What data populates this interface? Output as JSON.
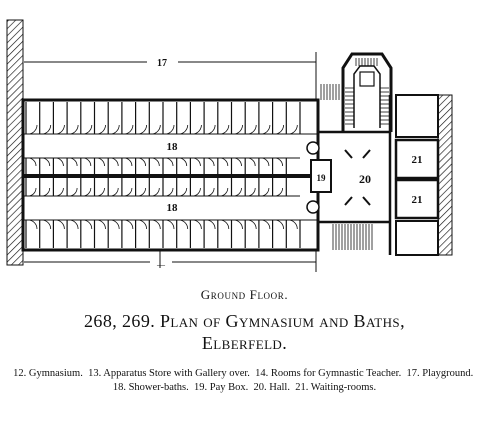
{
  "plan": {
    "dimension_label_top": "17",
    "dimension_label_bottom": "—",
    "shower_label_upper": "18",
    "shower_label_lower": "18",
    "pay_box_label": "19",
    "hall_label": "20",
    "waiting_room_upper": "21",
    "waiting_room_lower": "21"
  },
  "caption": {
    "floor": "Ground Floor.",
    "figure_line1": "268, 269. Plan of Gymnasium and Baths,",
    "figure_line2": "Elberfeld."
  },
  "legend": [
    "12. Gymnasium.",
    "13. Apparatus Store with Gallery over.",
    "14. Rooms for Gymnastic Teacher.",
    "17. Playground.",
    "18. Shower-baths.",
    "19. Pay Box.",
    "20. Hall.",
    "21. Waiting-rooms."
  ]
}
